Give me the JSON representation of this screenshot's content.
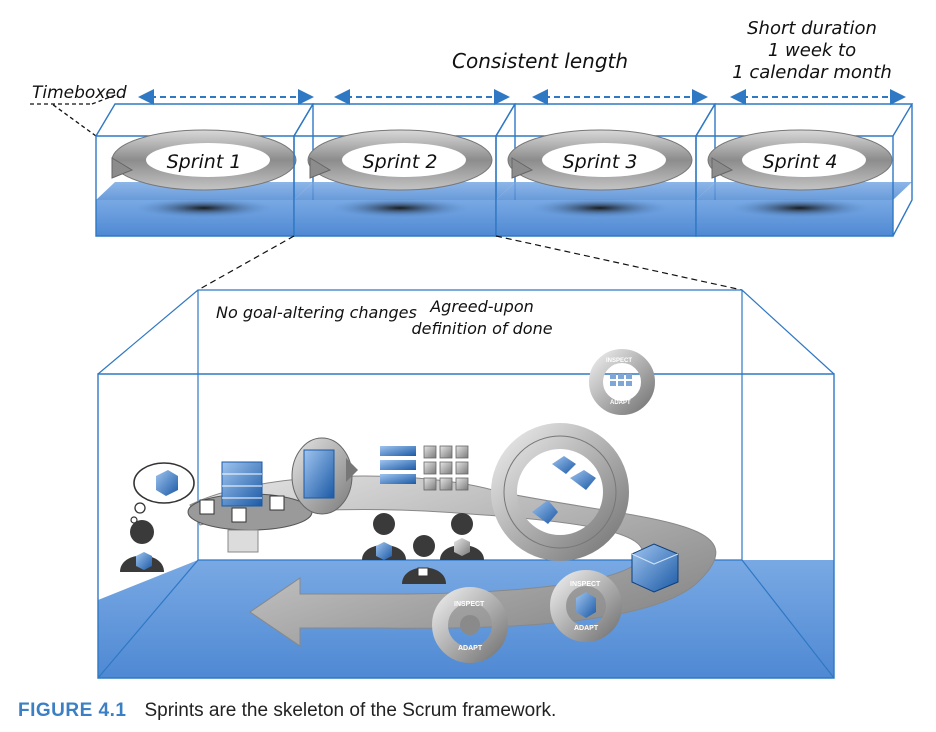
{
  "annotations": {
    "timeboxed": "Timeboxed",
    "consistent_length": "Consistent length",
    "short_duration_line1": "Short duration",
    "short_duration_line2": "1 week to",
    "short_duration_line3": "1 calendar month",
    "no_goal_altering": "No goal-altering changes",
    "agreed_upon_line1": "Agreed-upon",
    "agreed_upon_line2": "definition of done"
  },
  "sprints": [
    {
      "label": "Sprint 1"
    },
    {
      "label": "Sprint 2"
    },
    {
      "label": "Sprint 3"
    },
    {
      "label": "Sprint 4"
    }
  ],
  "inspect_adapt": {
    "inspect": "INSPECT",
    "adapt": "ADAPT"
  },
  "caption": {
    "figure_label": "FIGURE 4.1",
    "text": "Sprints are the skeleton of the Scrum framework."
  },
  "colors": {
    "box_blue": "#2f78c4",
    "floor_blue": "#5b93d9",
    "arrow_gray": "#9a9a9a",
    "caption_blue": "#3b7fc4"
  }
}
